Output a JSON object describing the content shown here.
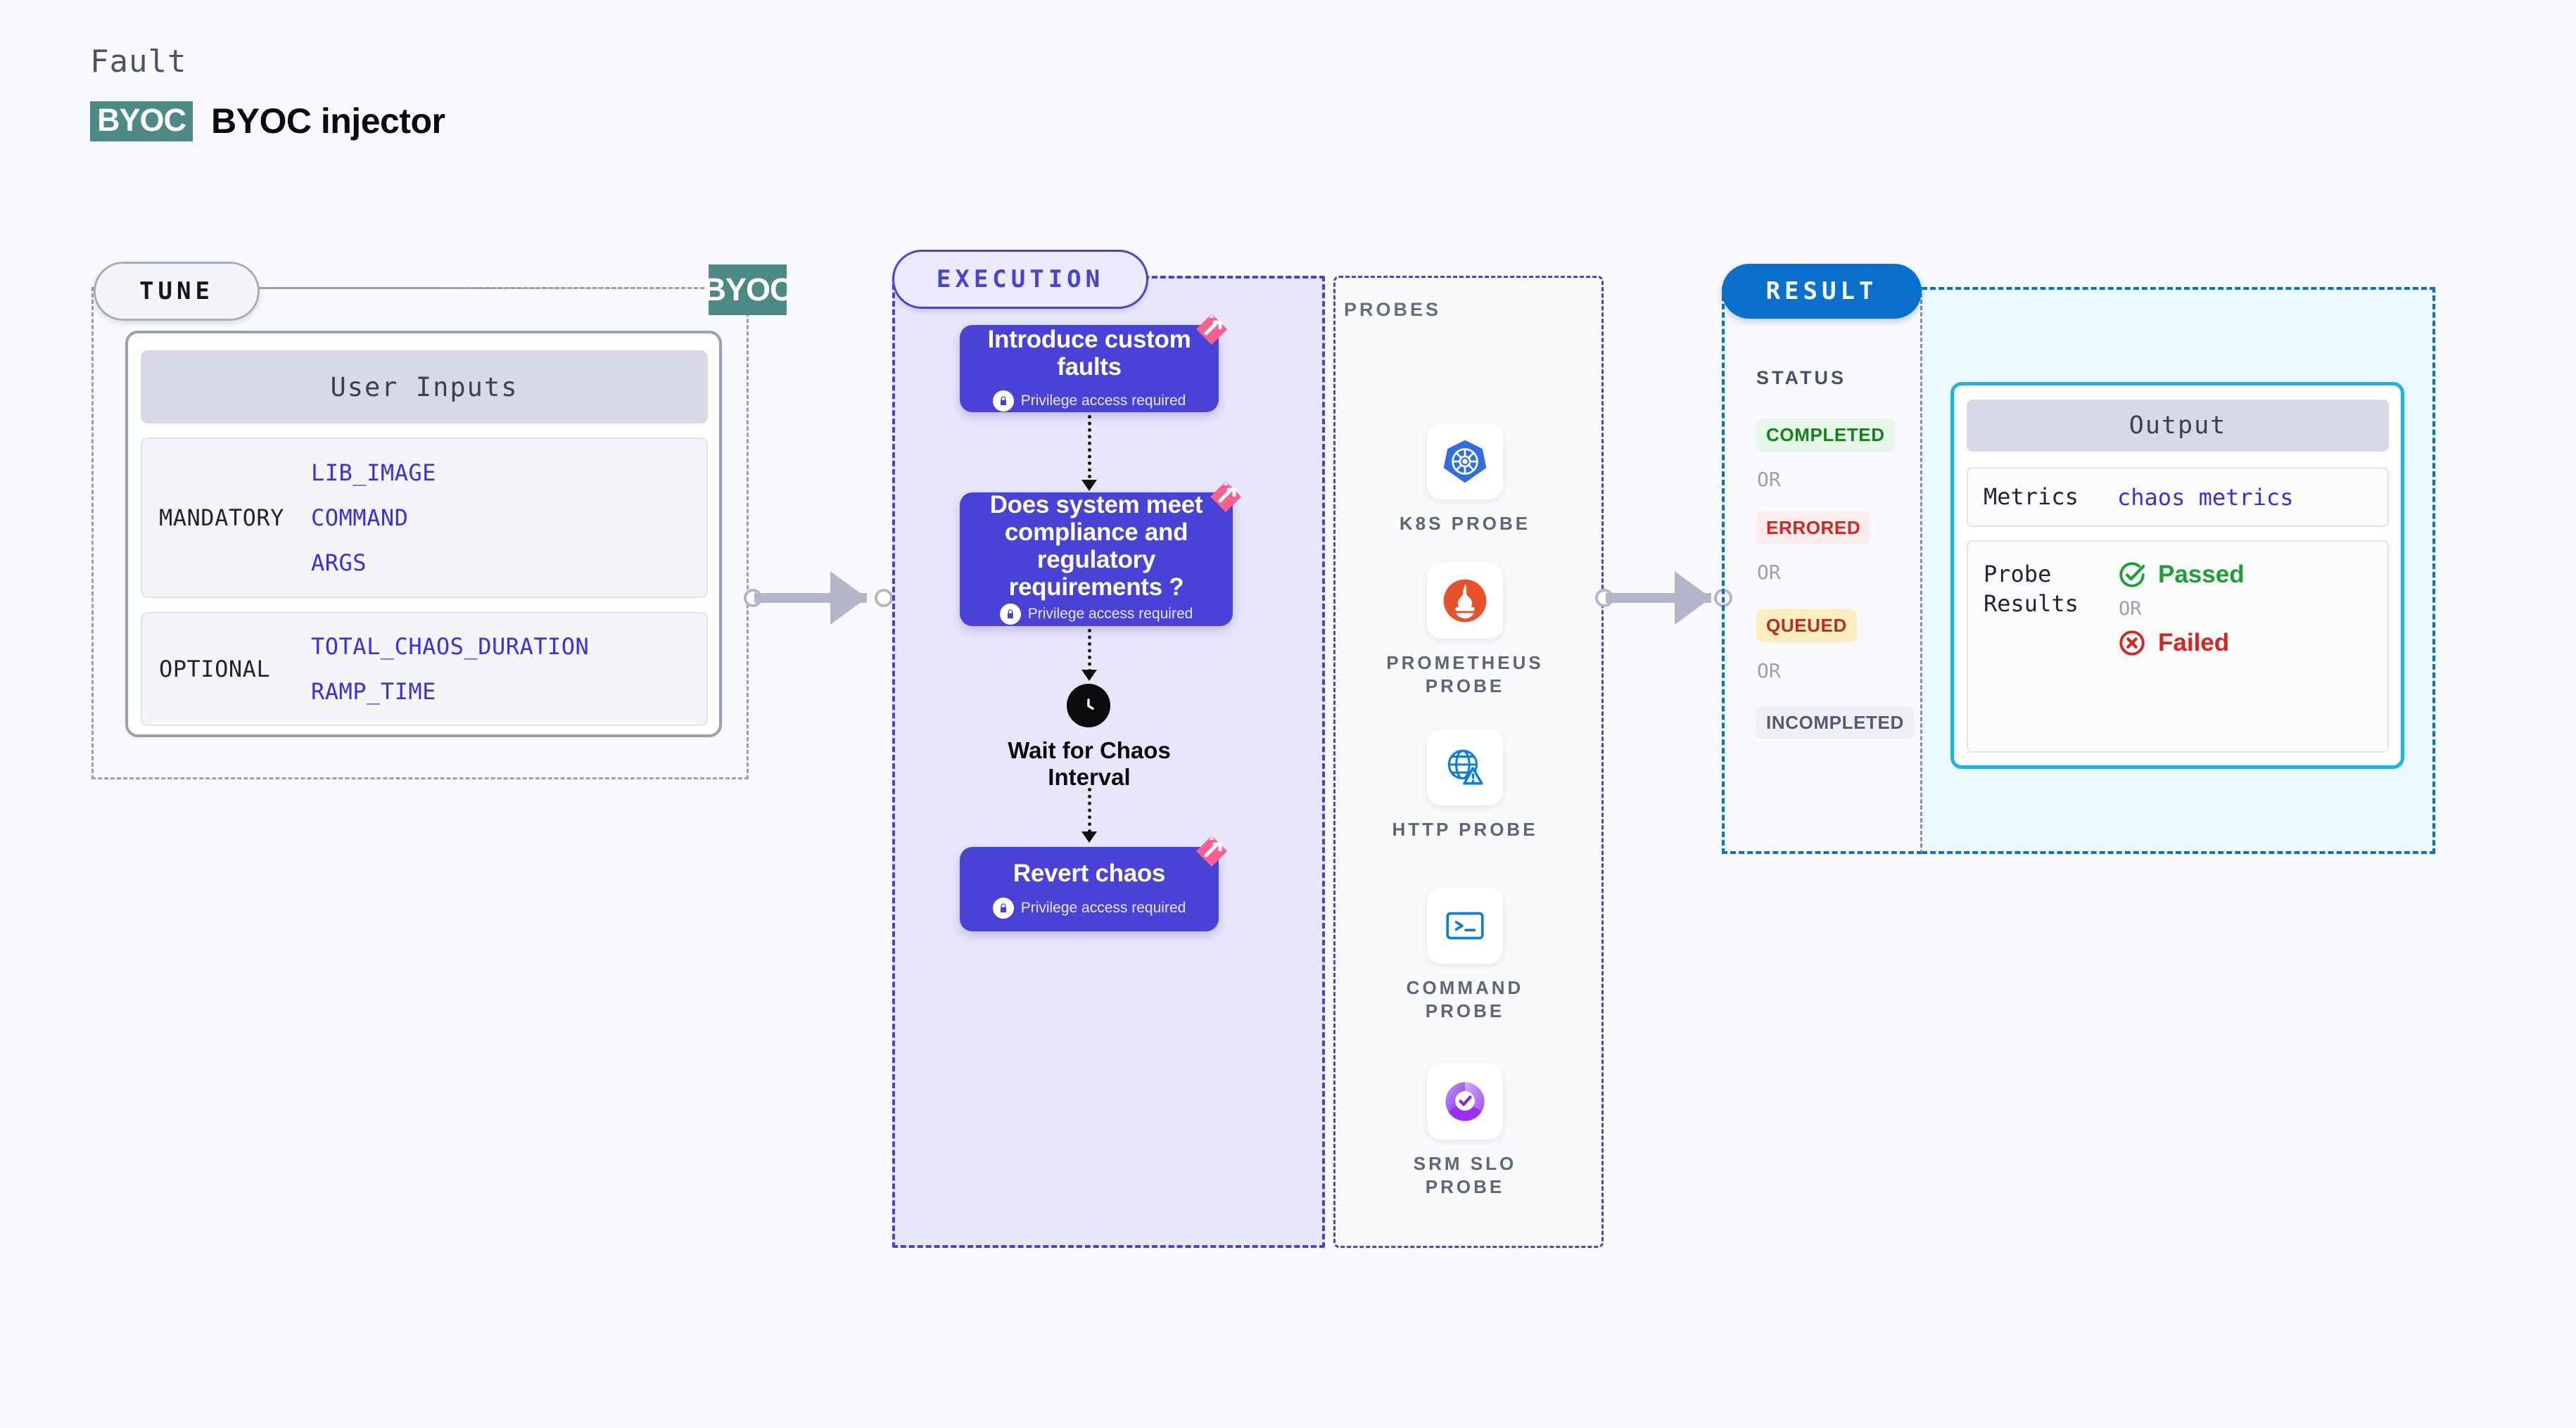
{
  "header": {
    "eyebrow": "Fault",
    "badge": "BYOC",
    "title": "BYOC injector"
  },
  "tune": {
    "pill_label": "TUNE",
    "edge_badge": "BYOC",
    "card_header": "User Inputs",
    "groups": [
      {
        "label": "MANDATORY",
        "values": [
          "LIB_IMAGE",
          "COMMAND",
          "ARGS"
        ]
      },
      {
        "label": "OPTIONAL",
        "values": [
          "TOTAL_CHAOS_DURATION",
          "RAMP_TIME"
        ]
      }
    ]
  },
  "execution": {
    "pill_label": "EXECUTION",
    "privilege_note": "Privilege access required",
    "nodes": [
      {
        "title": "Introduce custom faults",
        "privileged": true
      },
      {
        "title": "Does system meet compliance and regulatory requirements ?",
        "privileged": true
      },
      {
        "title": "Revert chaos",
        "privileged": true
      }
    ],
    "wait_label": "Wait for Chaos Interval"
  },
  "probes": {
    "section_label": "PROBES",
    "items": [
      {
        "name": "K8S PROBE",
        "icon": "kubernetes-icon"
      },
      {
        "name": "PROMETHEUS PROBE",
        "icon": "prometheus-icon"
      },
      {
        "name": "HTTP PROBE",
        "icon": "http-globe-warning-icon"
      },
      {
        "name": "COMMAND PROBE",
        "icon": "terminal-icon"
      },
      {
        "name": "SRM SLO PROBE",
        "icon": "srm-slo-icon"
      }
    ]
  },
  "result": {
    "pill_label": "RESULT",
    "status_title": "STATUS",
    "or_label": "OR",
    "statuses": [
      {
        "label": "COMPLETED",
        "color": "#16801f",
        "bg": "#e5f7e6"
      },
      {
        "label": "ERRORED",
        "color": "#d8231f",
        "bg": "#fdeceb"
      },
      {
        "label": "QUEUED",
        "color": "#c22a1e",
        "bg": "#fdeec2"
      },
      {
        "label": "INCOMPLETED",
        "color": "#555b6d",
        "bg": "#eff0f5"
      }
    ]
  },
  "output": {
    "header": "Output",
    "rows": [
      {
        "key": "Metrics",
        "value": "chaos metrics"
      },
      {
        "key": "Probe Results"
      }
    ],
    "probe_results": {
      "passed": "Passed",
      "or_label": "OR",
      "failed": "Failed"
    }
  },
  "colors": {
    "page_bg": "#f8fafd",
    "node_purple": "#4843d6",
    "exec_panel_bg": "#e8e6fb",
    "result_blue": "#0a70cd",
    "output_border": "#1eb2e8",
    "byoc_teal": "#4d8a85",
    "param_value": "#3b2fe3",
    "litmus_pink": "#fa5f8e"
  }
}
